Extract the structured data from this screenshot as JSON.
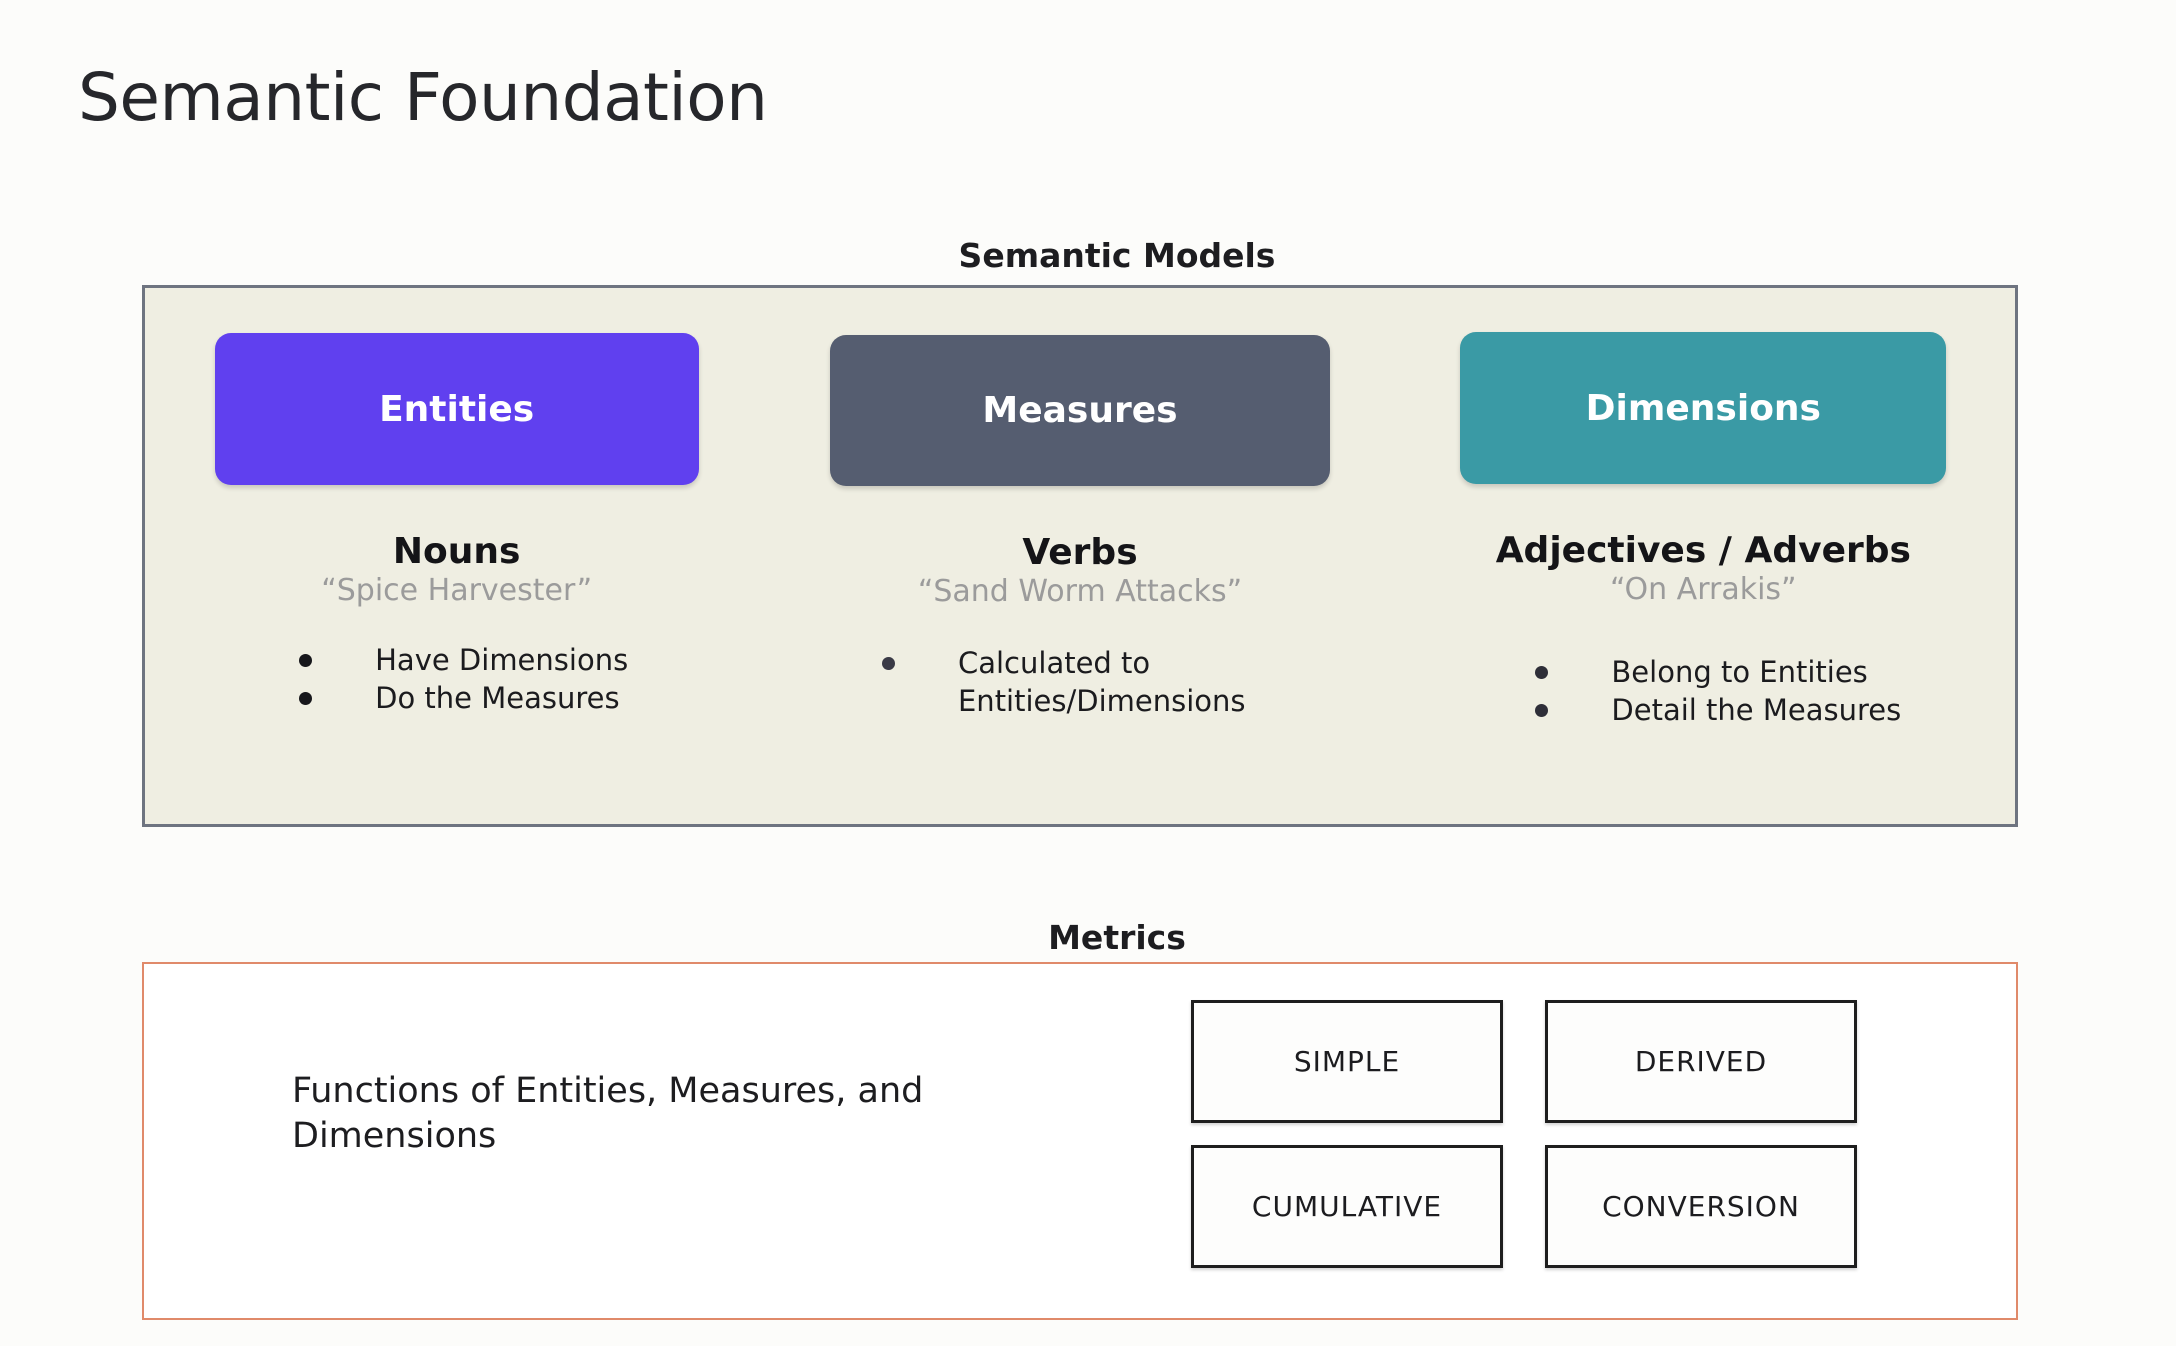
{
  "slide": {
    "title": "Semantic Foundation",
    "background_color": "#fcfcfa"
  },
  "semantic_models": {
    "heading": "Semantic Models",
    "panel_background": "#efeee2",
    "panel_border_color": "#6e7480",
    "columns": [
      {
        "chip_label": "Entities",
        "chip_color": "#6040ef",
        "part_of_speech": "Nouns",
        "example": "“Spice Harvester”",
        "bullets": [
          "Have Dimensions",
          "Do the Measures"
        ]
      },
      {
        "chip_label": "Measures",
        "chip_color": "#555d70",
        "part_of_speech": "Verbs",
        "example": "“Sand Worm Attacks”",
        "bullets": [
          "Calculated to Entities/Dimensions"
        ]
      },
      {
        "chip_label": "Dimensions",
        "chip_color": "#3a9aa5",
        "part_of_speech": "Adjectives / Adverbs",
        "example": "“On Arrakis”",
        "bullets": [
          "Belong to Entities",
          "Detail the Measures"
        ]
      }
    ]
  },
  "metrics": {
    "heading": "Metrics",
    "panel_border_color": "#e08a6a",
    "description": "Functions of Entities, Measures, and Dimensions",
    "types": [
      "SIMPLE",
      "DERIVED",
      "CUMULATIVE",
      "CONVERSION"
    ]
  }
}
